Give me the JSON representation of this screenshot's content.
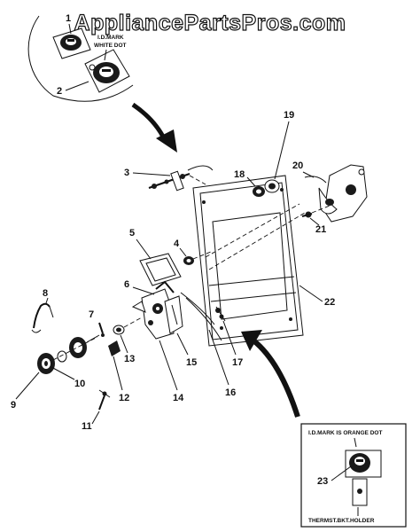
{
  "watermark": "AppliancePartsPros.com",
  "callouts": {
    "top_mark_line1": "I.D.MARK",
    "top_mark_line2": "WHITE DOT",
    "box_title": "I.D.MARK IS ORANGE DOT",
    "box_holder": "THERMST.BKT.HOLDER"
  },
  "part_numbers": [
    "1",
    "2",
    "3",
    "4",
    "5",
    "6",
    "7",
    "8",
    "9",
    "10",
    "11",
    "12",
    "13",
    "14",
    "15",
    "16",
    "17",
    "18",
    "19",
    "20",
    "21",
    "22",
    "23"
  ]
}
